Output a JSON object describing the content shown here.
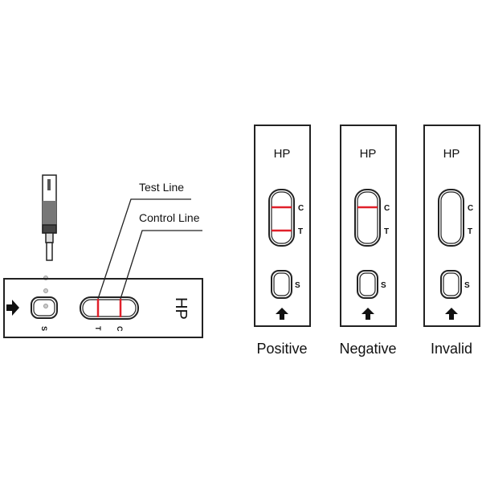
{
  "colors": {
    "line": "#222222",
    "red": "#e0202a"
  },
  "strip": {
    "brand": "HP",
    "sample_label": "S",
    "test_label": "T",
    "control_label": "C",
    "callout_test": "Test Line",
    "callout_control": "Control Line"
  },
  "results": [
    {
      "title": "Positive",
      "brand": "HP",
      "c": "C",
      "t": "T",
      "s": "S",
      "control_line": true,
      "test_line": true
    },
    {
      "title": "Negative",
      "brand": "HP",
      "c": "C",
      "t": "T",
      "s": "S",
      "control_line": true,
      "test_line": false
    },
    {
      "title": "Invalid",
      "brand": "HP",
      "c": "C",
      "t": "T",
      "s": "S",
      "control_line": false,
      "test_line": false
    }
  ]
}
